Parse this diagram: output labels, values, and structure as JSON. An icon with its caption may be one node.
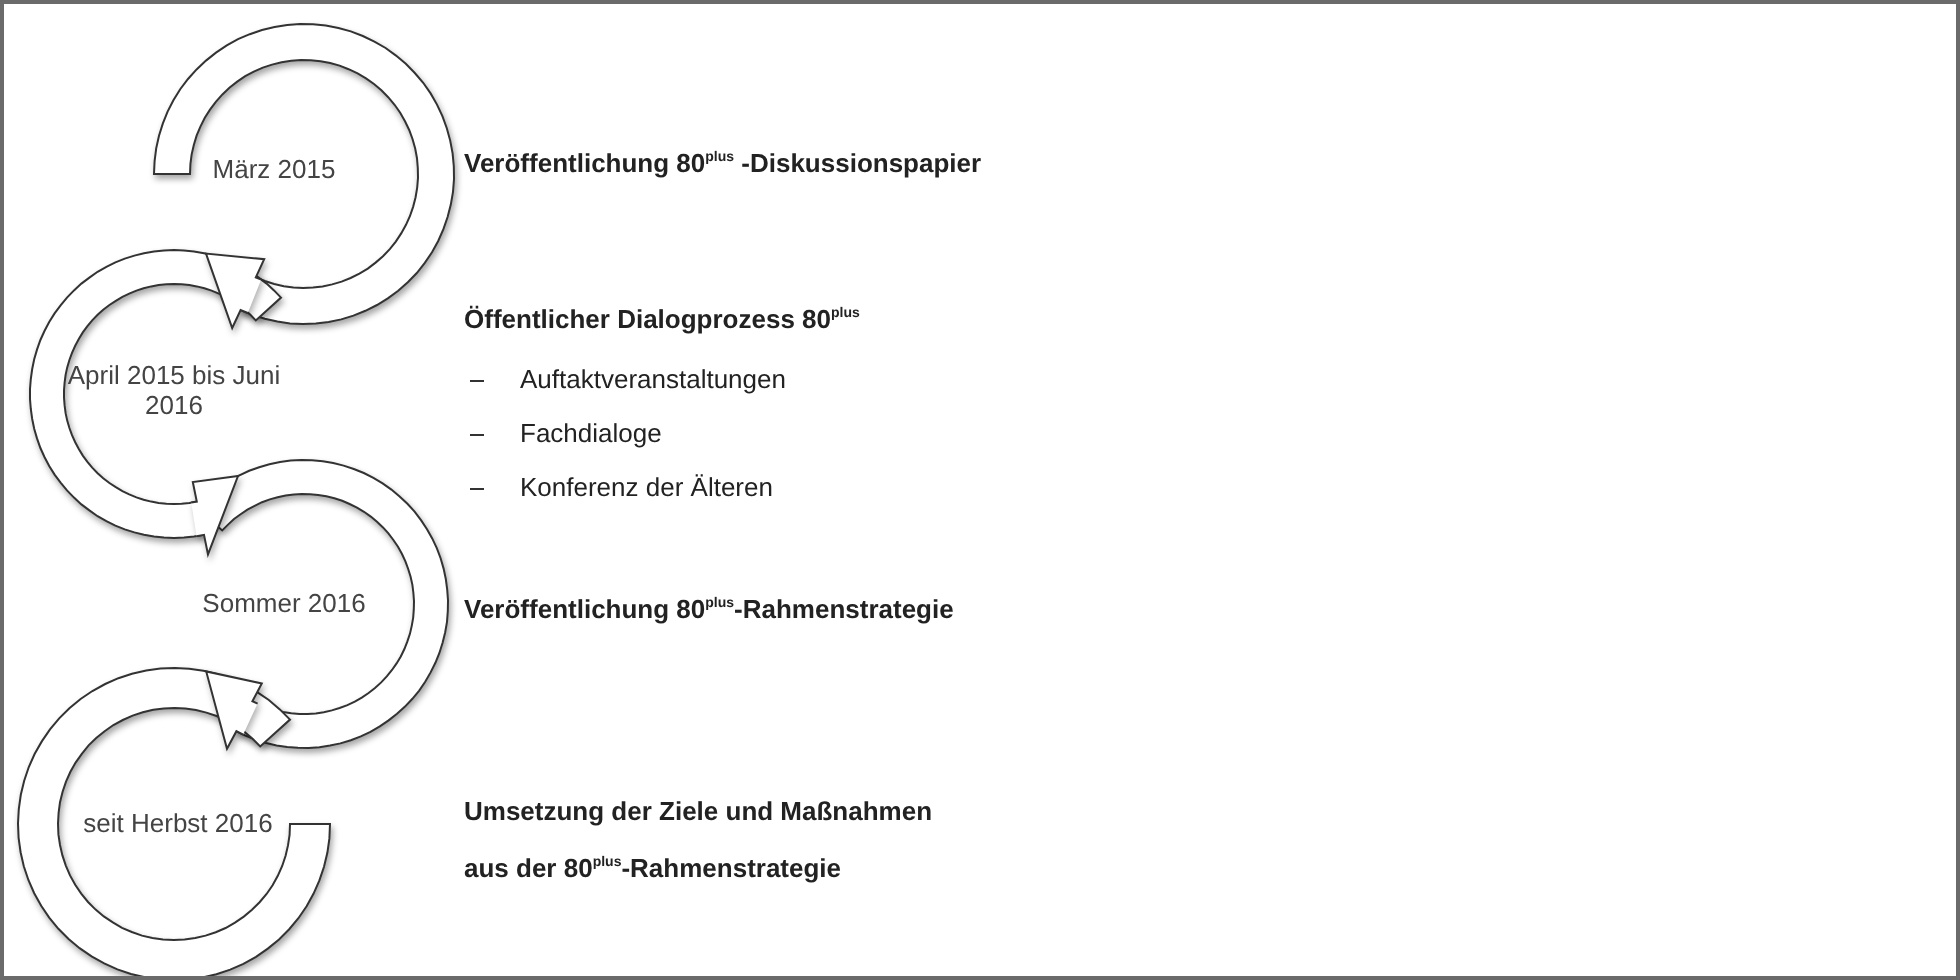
{
  "diagram": {
    "nodes": [
      {
        "text": [
          "März 2015"
        ]
      },
      {
        "text": [
          "April 2015 bis Juni 2016"
        ]
      },
      {
        "text": [
          "Sommer 2016"
        ]
      },
      {
        "text": [
          "seit Herbst 2016"
        ]
      }
    ],
    "edges": [
      {
        "from": 0,
        "to": 1,
        "arrow": "to"
      },
      {
        "from": 1,
        "to": 2,
        "arrow": "to"
      },
      {
        "from": 2,
        "to": 3,
        "arrow": "to"
      }
    ],
    "labels": [
      "Veröffentlichung 80$^{plus}$ -Diskussionspapier",
      "Öffentlicher Dialogprozess 80$^{plus}$",
      "Auftaktveranstaltungen",
      "Fachdialoge",
      "Konferenz der Älteren",
      "Veröffentlichung 80$^{plus}$-Rahmenstrategie",
      "Umsetzung der Ziele und Maßnahmen aus der 80$^{plus}$-Rahmenstrategie"
    ]
  }
}
